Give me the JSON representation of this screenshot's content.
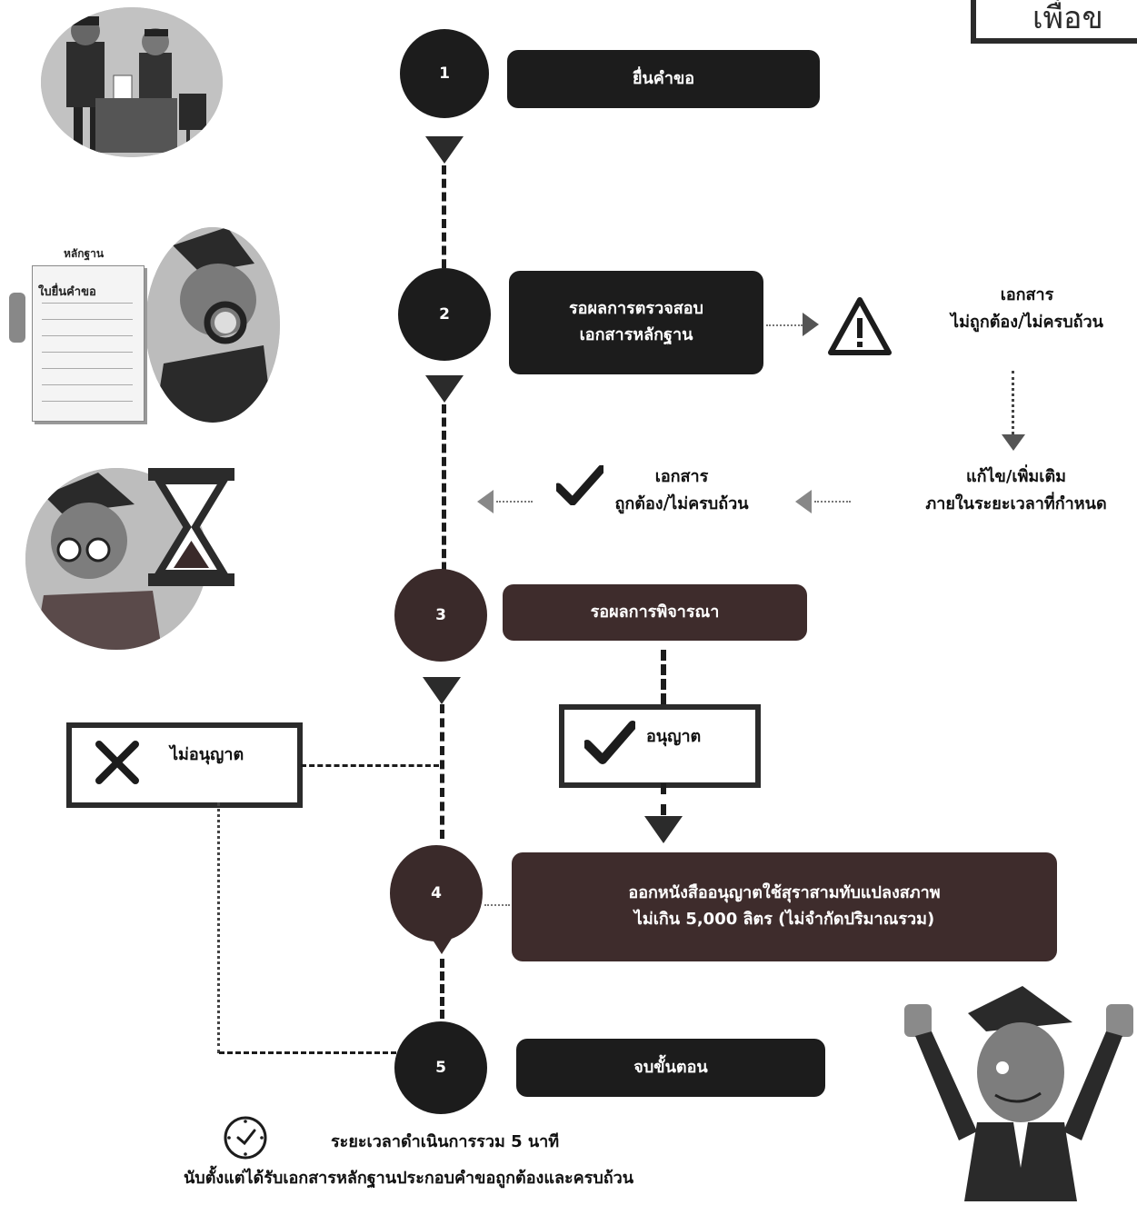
{
  "header": {
    "title_fragment": "เพื่อข"
  },
  "steps": [
    {
      "number": "1",
      "label": "ยื่นคำขอ"
    },
    {
      "number": "2",
      "label_line1": "รอผลการตรวจสอบ",
      "label_line2": "เอกสารหลักฐาน"
    },
    {
      "number": "3",
      "label": "รอผลการพิจารณา"
    },
    {
      "number": "4",
      "label_line1": "ออกหนังสืออนุญาตใช้สุราสามทับแปลงสภาพ",
      "label_line2": "ไม่เกิน 5,000 ลิตร (ไม่จำกัดปริมาณรวม)"
    },
    {
      "number": "5",
      "label": "จบขั้นตอน"
    }
  ],
  "branch": {
    "invalid_line1": "เอกสาร",
    "invalid_line2": "ไม่ถูกต้อง/ไม่ครบถ้วน",
    "fix_line1": "แก้ไข/เพิ่มเติม",
    "fix_line2": "ภายในระยะเวลาที่กำหนด",
    "valid_line1": "เอกสาร",
    "valid_line2": "ถูกต้อง/ไม่ครบถ้วน"
  },
  "outcomes": {
    "approve": "อนุญาต",
    "deny": "ไม่อนุญาต"
  },
  "illustration": {
    "doc_title": "หลักฐาน",
    "doc_subtitle": "ใบยื่นคำขอ"
  },
  "footer": {
    "duration": "ระยะเวลาดำเนินการรวม 5 นาที",
    "note": "นับตั้งแต่ได้รับเอกสารหลักฐานประกอบคำขอถูกต้องและครบถ้วน"
  },
  "icons": {
    "warning": "warning-triangle-icon",
    "check": "check-icon",
    "cross": "x-icon",
    "clock": "clock-icon"
  }
}
